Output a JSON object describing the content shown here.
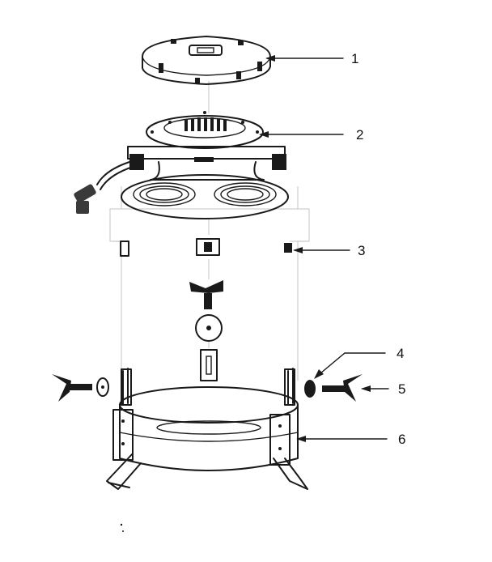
{
  "diagram": {
    "colors": {
      "ink": "#1a1a1a",
      "background": "#ffffff"
    },
    "callouts": [
      {
        "number": "1",
        "part": "top-cover"
      },
      {
        "number": "2",
        "part": "heating-element"
      },
      {
        "number": "3",
        "part": "stud-bracket"
      },
      {
        "number": "4",
        "part": "washer"
      },
      {
        "number": "5",
        "part": "wing-nut"
      },
      {
        "number": "6",
        "part": "base-ring"
      }
    ]
  }
}
